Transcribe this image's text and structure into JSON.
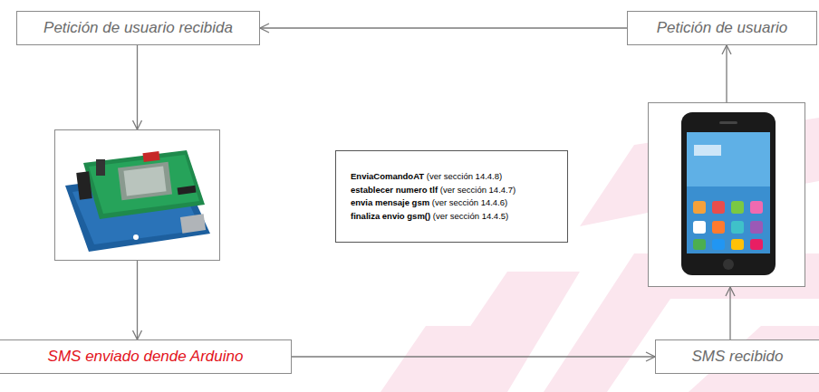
{
  "diagram": {
    "nodes": [
      {
        "text": [
          "Petición de usuario recibida"
        ]
      },
      {
        "text": [
          "Petición de usuario"
        ]
      },
      {
        "text": []
      },
      {
        "text": [
          "EnviaComandoAT",
          "(ver sección 14.4.8)",
          "establecer numero tlf",
          "(ver sección 14.4.7)",
          "envia mensaje gsm",
          "(ver sección 14.4.6)",
          "finaliza envio gsm()",
          "(ver sección 14.4.5)"
        ]
      },
      {
        "text": []
      },
      {
        "text": [
          "SMS enviado dende Arduino"
        ]
      },
      {
        "text": [
          "SMS recibido"
        ]
      }
    ],
    "edges": [
      {
        "from": 1,
        "to": 0,
        "arrow": "to"
      },
      {
        "from": 0,
        "to": 2,
        "arrow": "to"
      },
      {
        "from": 2,
        "to": 5,
        "arrow": "to"
      },
      {
        "from": 5,
        "to": 6,
        "arrow": "to"
      },
      {
        "from": 6,
        "to": 4,
        "arrow": "to"
      },
      {
        "from": 4,
        "to": 1,
        "arrow": "to"
      }
    ]
  }
}
